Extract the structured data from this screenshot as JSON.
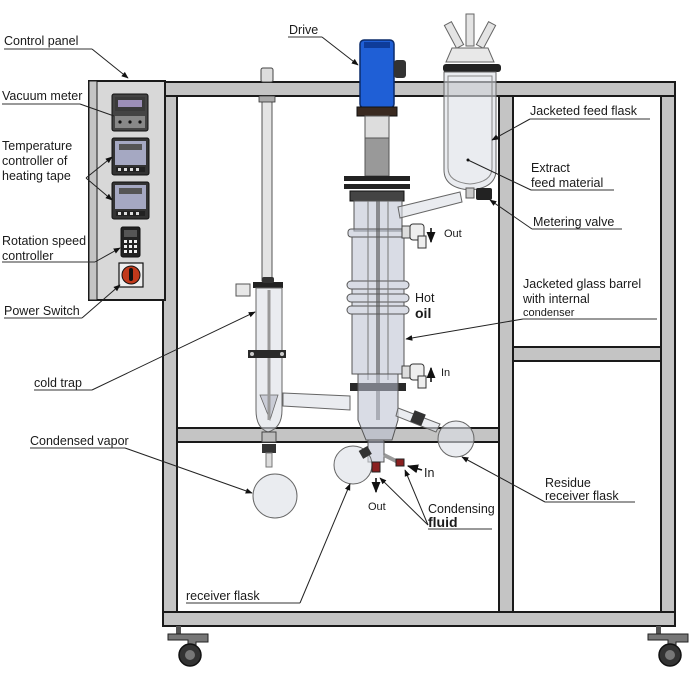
{
  "diagram": {
    "title": "Short path molecular distillation apparatus",
    "colors": {
      "frame": "#c4c4c4",
      "drive_motor": "#1f5fd6",
      "power_switch": "#c0391b",
      "glass": "#b9bfd0",
      "display": "#9c8fb8"
    },
    "labels": {
      "control_panel": "Control panel",
      "vacuum_meter": "Vacuum meter",
      "temp_controller_line1": "Temperature",
      "temp_controller_line2": "controller of",
      "temp_controller_line3": "heating tape",
      "rotation_line1": "Rotation speed",
      "rotation_line2": "controller",
      "power_switch": "Power Switch",
      "cold_trap": "cold trap",
      "condensed_vapor": "Condensed vapor",
      "receiver_flask": "receiver flask",
      "drive": "Drive",
      "jacketed_feed_flask": "Jacketed feed flask",
      "extract_line1": "Extract",
      "extract_line2": "feed material",
      "metering_valve": "Metering valve",
      "barrel_line1": "Jacketed glass barrel",
      "barrel_line2": "with internal",
      "barrel_line3": "condenser",
      "hot": "Hot",
      "oil": "oil",
      "oil_out": "Out",
      "oil_in": "In",
      "residue_line1": "Residue",
      "residue_line2": "receiver flask",
      "cond_in": "In",
      "cond_out": "Out",
      "condensing_line1": "Condensing",
      "condensing_line2": "fluid"
    }
  }
}
